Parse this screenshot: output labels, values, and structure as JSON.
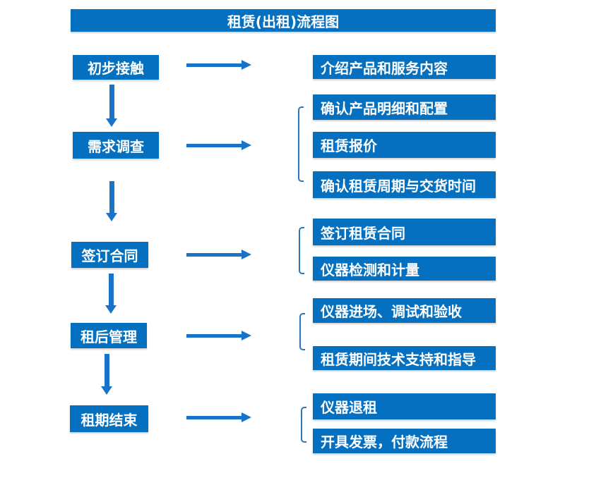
{
  "title": "租赁(出租)流程图",
  "colors": {
    "box_fill": "#0570C0",
    "arrow": "#1874C8",
    "bracket": "#2E75B6",
    "text": "#FFFFFF",
    "background": "#FFFFFF"
  },
  "steps": [
    {
      "label": "初步接触",
      "details": [
        "介绍产品和服务内容"
      ]
    },
    {
      "label": "需求调查",
      "details": [
        "确认产品明细和配置",
        "租赁报价",
        "确认租赁周期与交货时间"
      ]
    },
    {
      "label": "签订合同",
      "details": [
        "签订租赁合同",
        "仪器检测和计量"
      ]
    },
    {
      "label": "租后管理",
      "details": [
        "仪器进场、调试和验收",
        "租赁期间技术支持和指导"
      ]
    },
    {
      "label": "租期结束",
      "details": [
        "仪器退租",
        "开具发票，付款流程"
      ]
    }
  ]
}
